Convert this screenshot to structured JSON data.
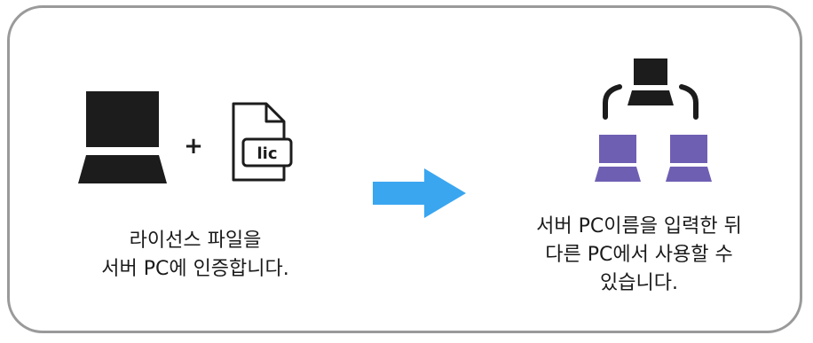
{
  "left": {
    "file_tag": "lic",
    "plus": "+",
    "caption_line1": "라이선스 파일을",
    "caption_line2": "서버 PC에 인증합니다."
  },
  "right": {
    "caption_line1": "서버 PC이름을 입력한 뒤",
    "caption_line2": "다른 PC에서 사용할 수",
    "caption_line3": "있습니다."
  },
  "colors": {
    "frame": "#9a9a9a",
    "device_dark": "#1c1c1c",
    "device_client": "#6f5fb3",
    "arrow": "#3aa6f0"
  }
}
